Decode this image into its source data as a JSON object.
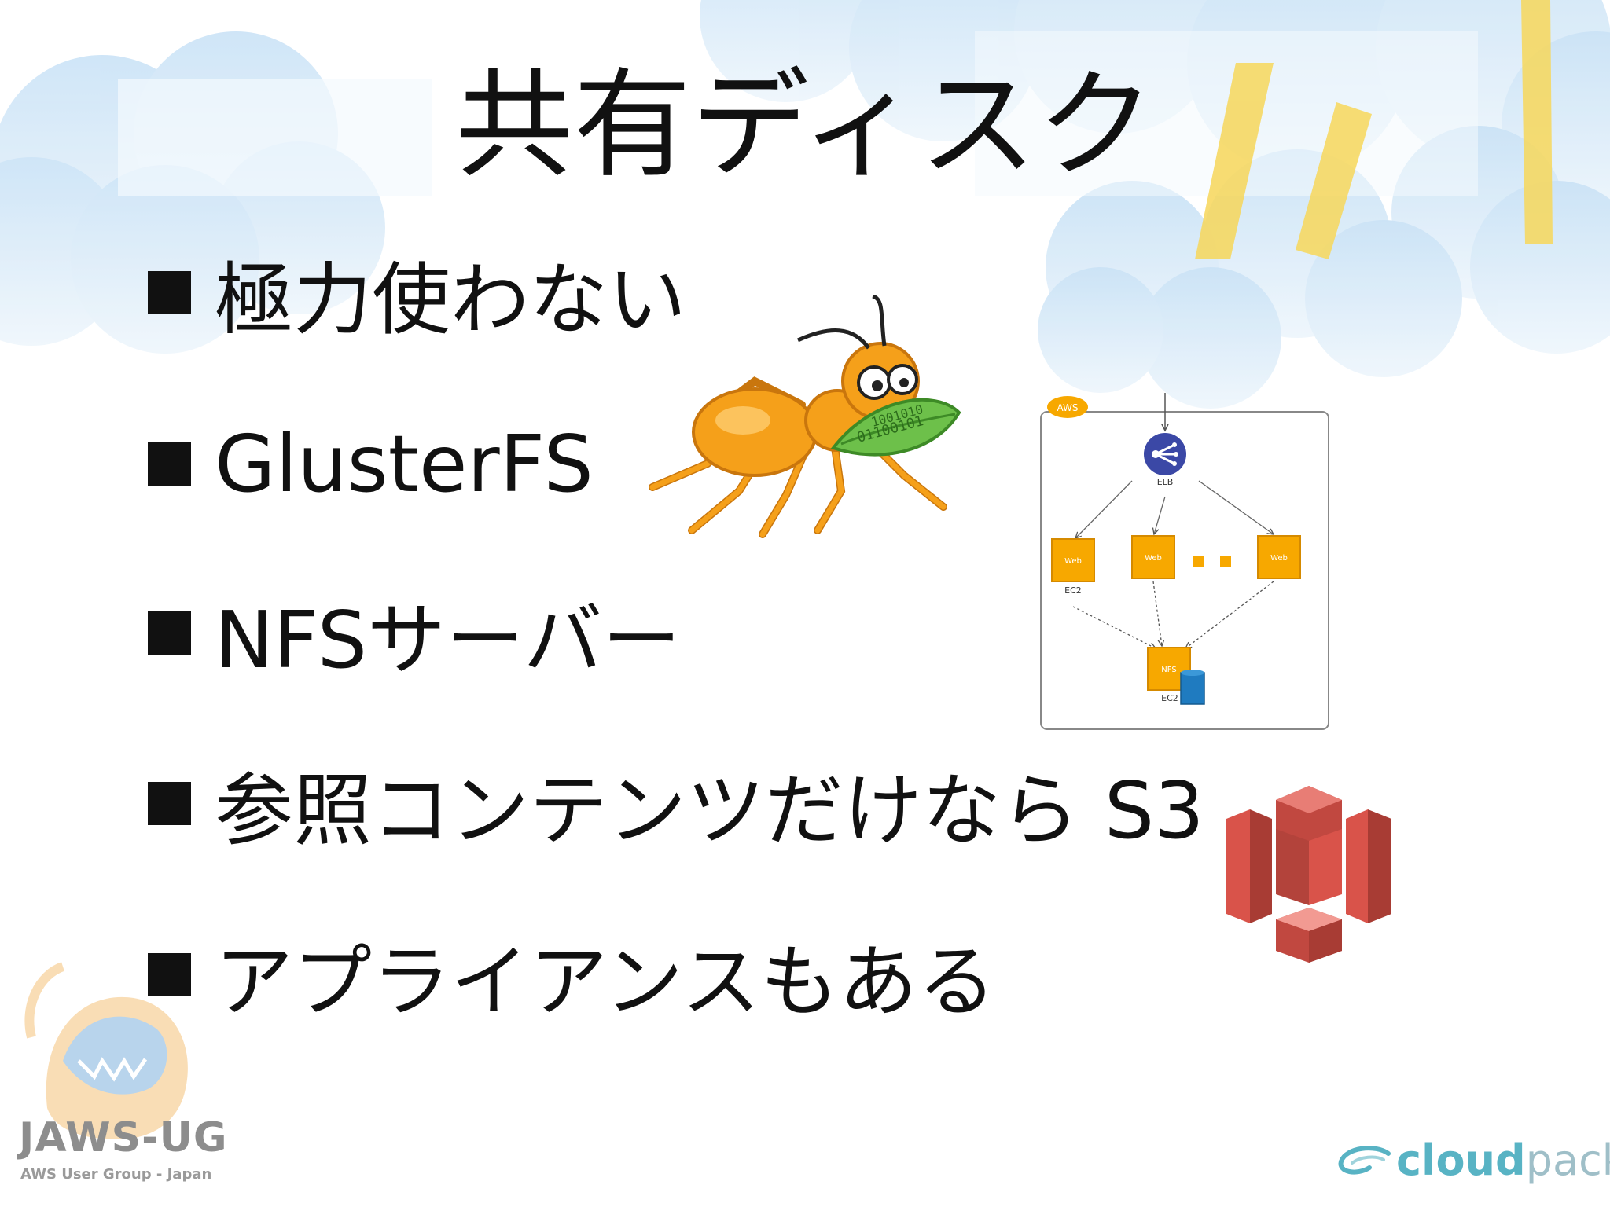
{
  "slide": {
    "title": "共有ディスク",
    "bullets": [
      {
        "text": "極力使わない"
      },
      {
        "text": "GlusterFS"
      },
      {
        "text": "NFSサーバー"
      },
      {
        "text": "参照コンテンツだけなら S3"
      },
      {
        "text": "アプライアンスもある"
      }
    ]
  },
  "diagram": {
    "badge": "AWS",
    "elb_label": "ELB",
    "web_label": "Web",
    "ec2_label": "EC2",
    "nfs_label": "NFS"
  },
  "logos": {
    "jaws_title": "JAWS-UG",
    "jaws_subtitle": "AWS User Group - Japan",
    "cloudpack_bold": "cloud",
    "cloudpack_light": "pack"
  },
  "colors": {
    "text": "#111111",
    "sky": "#d6e9f8",
    "sun_ray": "#f7d75a",
    "ant_orange": "#f5a01a",
    "leaf_green": "#6dc04a",
    "aws_orange": "#f7a800",
    "elb_blue": "#3b48a6",
    "s3_red": "#d9534a",
    "cloudpack_blue": "#58b3c4"
  }
}
